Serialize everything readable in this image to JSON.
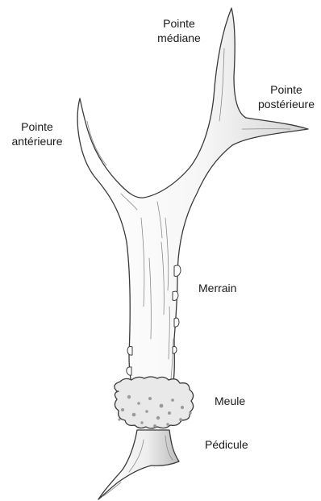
{
  "labels": {
    "pointe_mediane": {
      "line1": "Pointe",
      "line2": "médiane"
    },
    "pointe_posterieure": {
      "line1": "Pointe",
      "line2": "postérieure"
    },
    "pointe_anterieure": {
      "line1": "Pointe",
      "line2": "antérieure"
    },
    "merrain": "Merrain",
    "meule": "Meule",
    "pedicule": "Pédicule"
  },
  "colors": {
    "outline": "#3a3a3a",
    "fill": "#ffffff",
    "shade": "#8a8a8a",
    "text": "#1a1a1a"
  }
}
